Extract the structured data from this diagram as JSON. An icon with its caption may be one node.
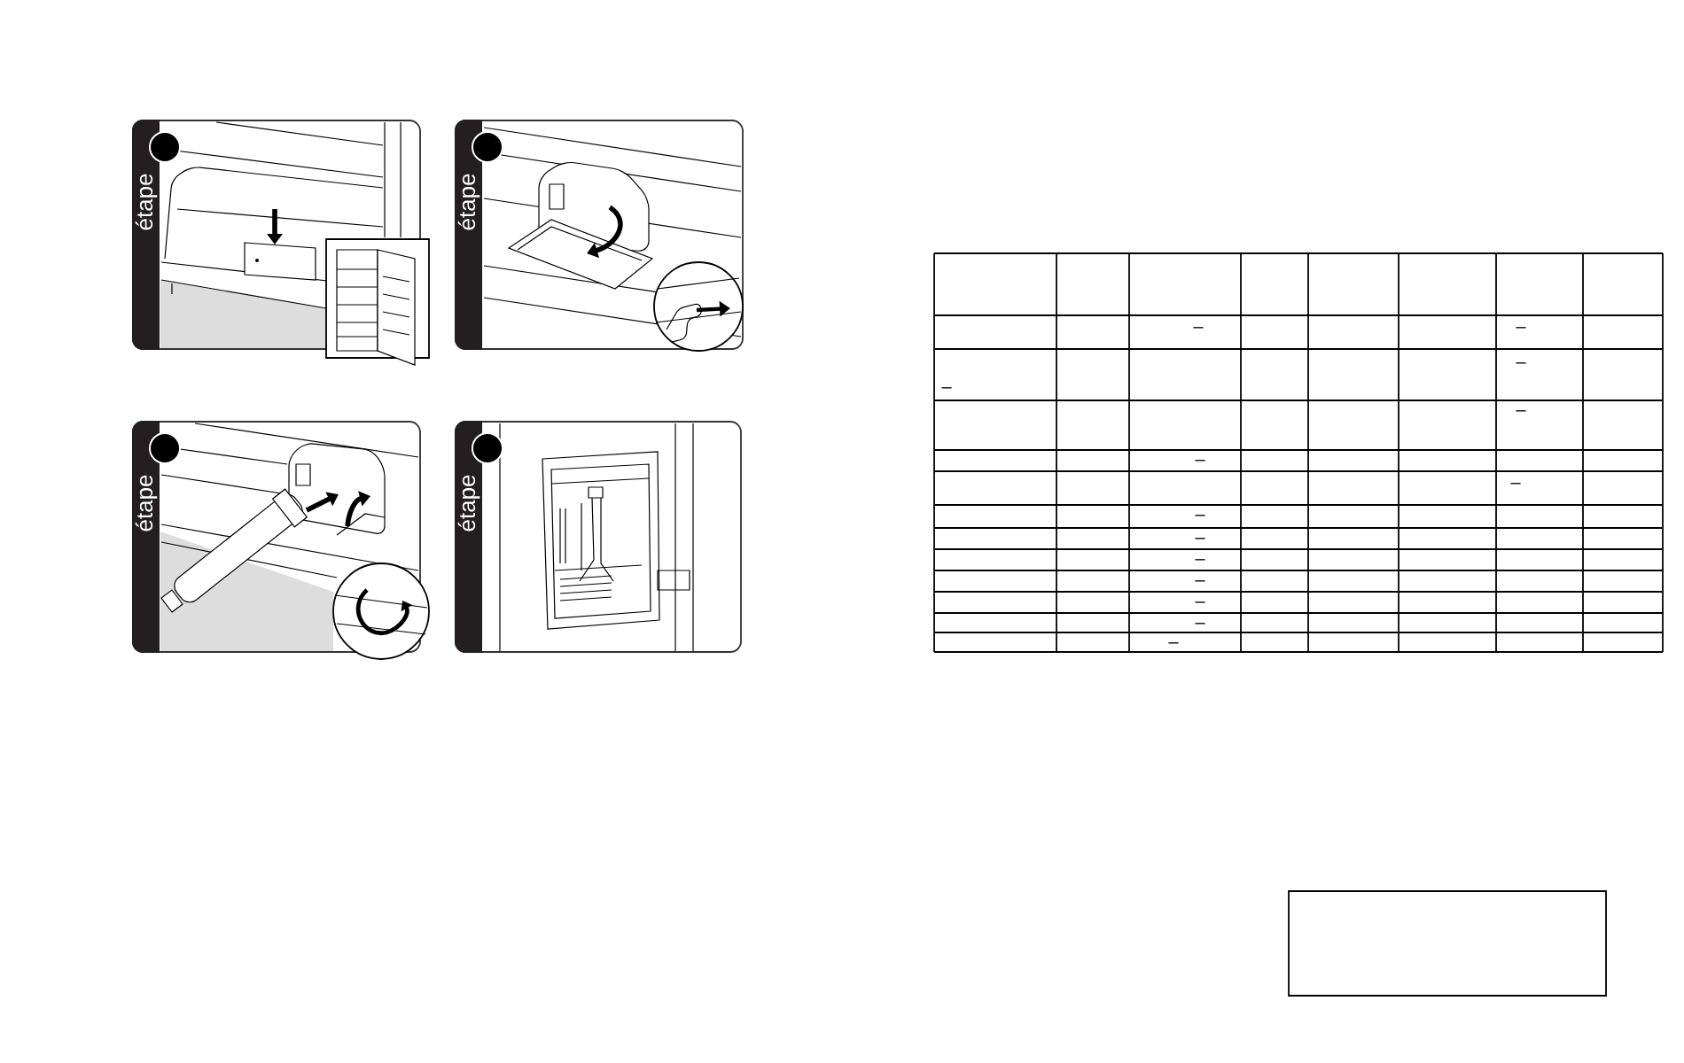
{
  "diagram": {
    "nodes": [
      {
        "text": [
          "étape"
        ]
      },
      {
        "text": [
          "étape"
        ]
      },
      {
        "text": [
          "étape"
        ]
      },
      {
        "text": [
          "étape"
        ]
      },
      {
        "text": [],
        "shape": "box"
      }
    ],
    "labels": [
      "–",
      "–",
      "–",
      "–",
      "–",
      "–",
      "–",
      "–",
      "–",
      "–",
      "–",
      "–",
      "–",
      "–"
    ]
  }
}
